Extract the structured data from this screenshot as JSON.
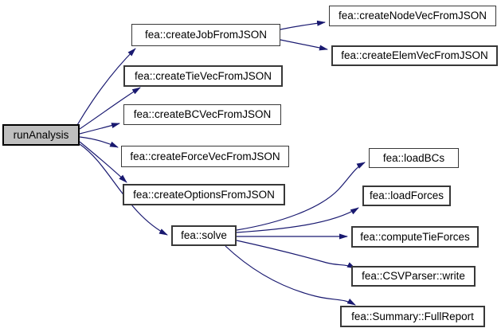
{
  "figure": {
    "type": "call-graph",
    "colors": {
      "background": "#ffffff",
      "edge": "#191970",
      "node_fill": "#ffffff",
      "root_fill": "#bfbfbf",
      "node_border": "#383838",
      "root_border": "#000000",
      "text": "#000000"
    },
    "nodes": [
      {
        "id": "runAnalysis",
        "label": "runAnalysis",
        "root": true
      },
      {
        "id": "createJobFromJSON",
        "label": "fea::createJobFromJSON",
        "root": false
      },
      {
        "id": "createNodeVecFromJSON",
        "label": "fea::createNodeVecFromJSON",
        "root": false
      },
      {
        "id": "createElemVecFromJSON",
        "label": "fea::createElemVecFromJSON",
        "root": false
      },
      {
        "id": "createTieVecFromJSON",
        "label": "fea::createTieVecFromJSON",
        "root": false
      },
      {
        "id": "createBCVecFromJSON",
        "label": "fea::createBCVecFromJSON",
        "root": false
      },
      {
        "id": "createForceVecFromJSON",
        "label": "fea::createForceVecFromJSON",
        "root": false
      },
      {
        "id": "createOptionsFromJSON",
        "label": "fea::createOptionsFromJSON",
        "root": false
      },
      {
        "id": "solve",
        "label": "fea::solve",
        "root": false
      },
      {
        "id": "loadBCs",
        "label": "fea::loadBCs",
        "root": false
      },
      {
        "id": "loadForces",
        "label": "fea::loadForces",
        "root": false
      },
      {
        "id": "computeTieForces",
        "label": "fea::computeTieForces",
        "root": false
      },
      {
        "id": "CSVParserWrite",
        "label": "fea::CSVParser::write",
        "root": false
      },
      {
        "id": "SummaryFullReport",
        "label": "fea::Summary::FullReport",
        "root": false
      }
    ],
    "edges": [
      {
        "from": "runAnalysis",
        "to": "createJobFromJSON"
      },
      {
        "from": "runAnalysis",
        "to": "createTieVecFromJSON"
      },
      {
        "from": "runAnalysis",
        "to": "createBCVecFromJSON"
      },
      {
        "from": "runAnalysis",
        "to": "createForceVecFromJSON"
      },
      {
        "from": "runAnalysis",
        "to": "createOptionsFromJSON"
      },
      {
        "from": "runAnalysis",
        "to": "solve"
      },
      {
        "from": "createJobFromJSON",
        "to": "createNodeVecFromJSON"
      },
      {
        "from": "createJobFromJSON",
        "to": "createElemVecFromJSON"
      },
      {
        "from": "solve",
        "to": "loadBCs"
      },
      {
        "from": "solve",
        "to": "loadForces"
      },
      {
        "from": "solve",
        "to": "computeTieForces"
      },
      {
        "from": "solve",
        "to": "CSVParserWrite"
      },
      {
        "from": "solve",
        "to": "SummaryFullReport"
      }
    ]
  }
}
